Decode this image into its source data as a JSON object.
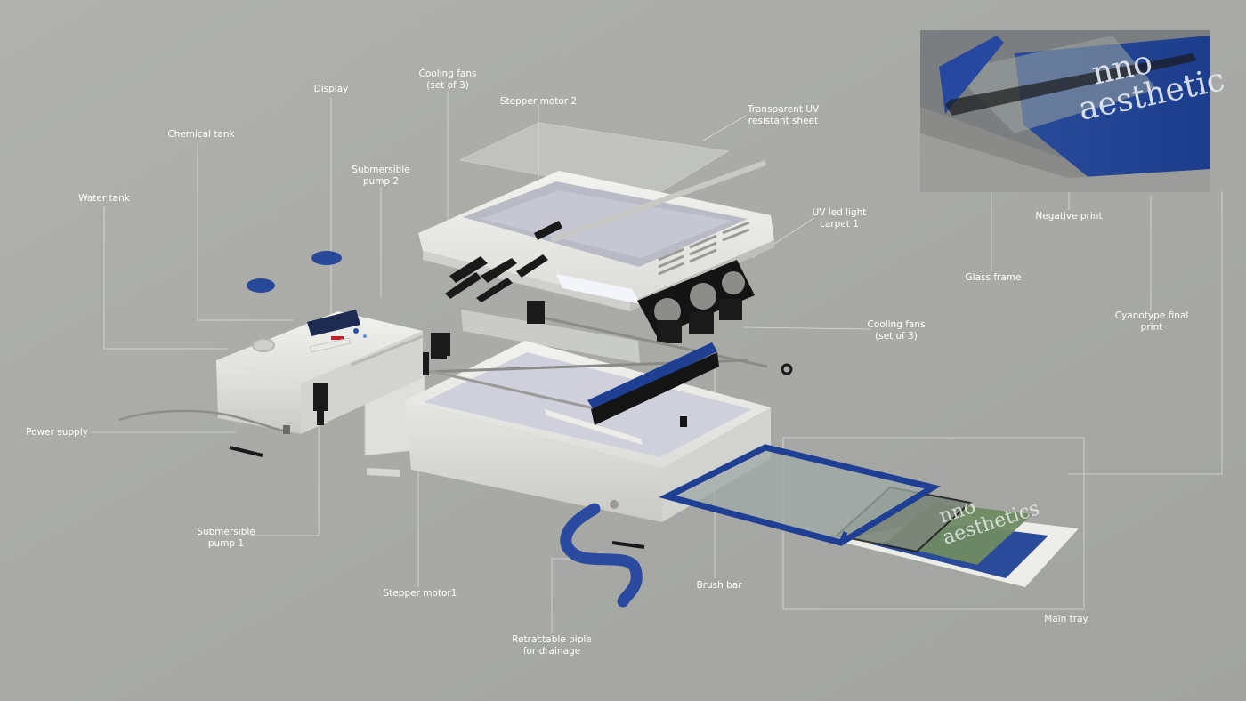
{
  "labels": {
    "display": "Display",
    "cooling_fans_top": "Cooling fans\n(set of 3)",
    "stepper_motor_2": "Stepper motor 2",
    "transparent_sheet": "Transparent UV\nresistant sheet",
    "chemical_tank": "Chemical tank",
    "submersible_pump_2": "Submersible\npump 2",
    "water_tank": "Water tank",
    "uv_led_carpet": "UV led light\ncarpet 1",
    "negative_print": "Negative print",
    "glass_frame": "Glass frame",
    "cyanotype_print": "Cyanotype final\nprint",
    "cooling_fans_bottom": "Cooling fans\n(set of 3)",
    "power_supply": "Power supply",
    "submersible_pump_1": "Submersible\npump 1",
    "stepper_motor_1": "Stepper motor1",
    "brush_bar": "Brush bar",
    "main_tray": "Main tray",
    "retractable_pipe": "Retractable piple\nfor drainage"
  },
  "inset": {
    "print_text": "nno\naesthetic"
  },
  "tray_print_text": "nno\naesthetics",
  "colors": {
    "background": "#a9aaa6",
    "body": "#e9e9e6",
    "accent_blue": "#1e3f94",
    "dark": "#161616",
    "label": "#ffffff"
  }
}
